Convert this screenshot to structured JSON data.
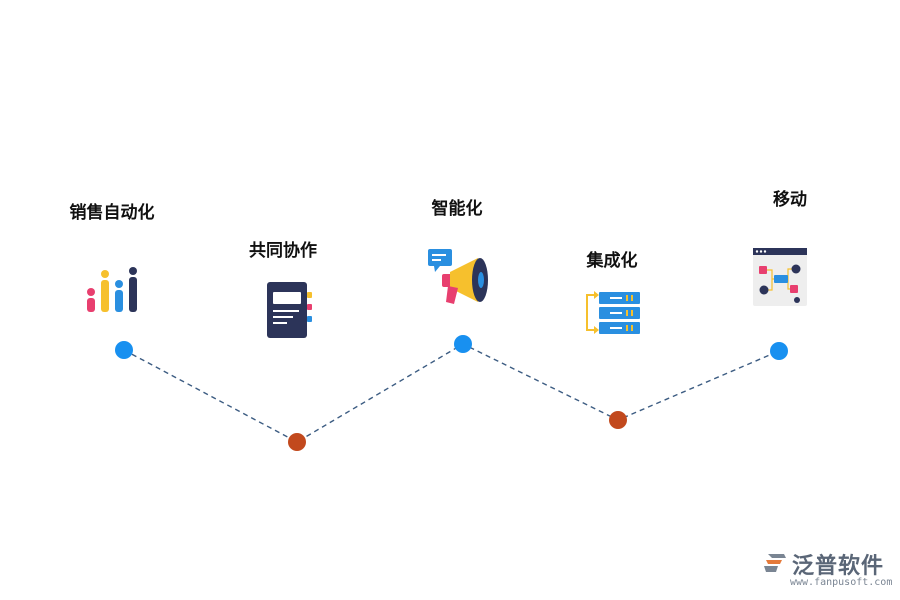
{
  "steps": [
    {
      "label": "销售自动化",
      "icon": "bar-chart-icon",
      "node_color": "#1890f0"
    },
    {
      "label": "共同协作",
      "icon": "notebook-icon",
      "node_color": "#c2491d"
    },
    {
      "label": "智能化",
      "icon": "megaphone-icon",
      "node_color": "#1890f0"
    },
    {
      "label": "集成化",
      "icon": "server-rack-icon",
      "node_color": "#c2491d"
    },
    {
      "label": "移动",
      "icon": "flowchart-window-icon",
      "node_color": "#1890f0"
    }
  ],
  "connector": {
    "color": "#3c5c82",
    "style": "dashed"
  },
  "watermark": {
    "name": "泛普软件",
    "url": "www.fanpusoft.com",
    "logo": "fanpu-logo-icon"
  }
}
